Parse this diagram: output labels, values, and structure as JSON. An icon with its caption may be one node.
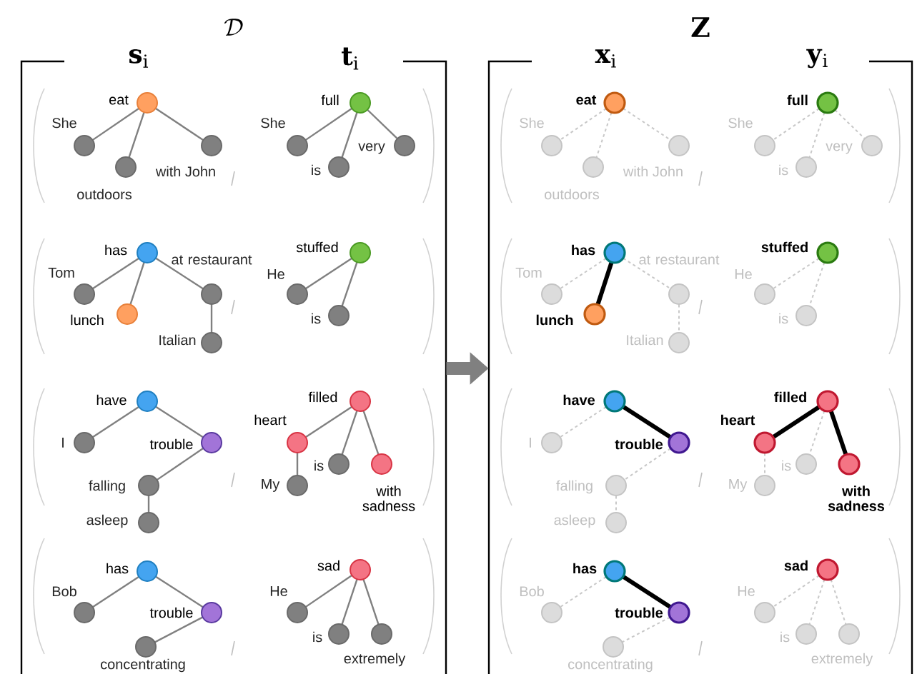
{
  "diagram": {
    "nodes": [
      {
        "text": [
          "\\mathcal{D}",
          "**s**$_{i}$",
          "**t**$_{i}$"
        ]
      },
      {
        "text": [],
        "shape": "circle",
        "beside": [
          "eat"
        ],
        "in": 0
      },
      {
        "text": [],
        "shape": "circle",
        "beside": [
          "She"
        ],
        "in": 0
      },
      {
        "text": [],
        "shape": "circle",
        "beside": [
          "outdoors"
        ],
        "in": 0
      },
      {
        "text": [],
        "shape": "circle",
        "beside": [
          "with John"
        ],
        "in": 0
      },
      {
        "text": [],
        "shape": "circle",
        "beside": [
          "full"
        ],
        "in": 0
      },
      {
        "text": [],
        "shape": "circle",
        "beside": [
          "She"
        ],
        "in": 0
      },
      {
        "text": [],
        "shape": "circle",
        "beside": [
          "is"
        ],
        "in": 0
      },
      {
        "text": [],
        "shape": "circle",
        "beside": [
          "very"
        ],
        "in": 0
      },
      {
        "text": [],
        "shape": "circle",
        "beside": [
          "has"
        ],
        "in": 0
      },
      {
        "text": [],
        "shape": "circle",
        "beside": [
          "Tom"
        ],
        "in": 0
      },
      {
        "text": [],
        "shape": "circle",
        "beside": [
          "lunch"
        ],
        "in": 0
      },
      {
        "text": [],
        "shape": "circle",
        "beside": [
          "at restaurant"
        ],
        "in": 0
      },
      {
        "text": [],
        "shape": "circle",
        "beside": [
          "Italian"
        ],
        "in": 0
      },
      {
        "text": [],
        "shape": "circle",
        "beside": [
          "stuffed"
        ],
        "in": 0
      },
      {
        "text": [],
        "shape": "circle",
        "beside": [
          "He"
        ],
        "in": 0
      },
      {
        "text": [],
        "shape": "circle",
        "beside": [
          "is"
        ],
        "in": 0
      },
      {
        "text": [],
        "shape": "circle",
        "beside": [
          "have"
        ],
        "in": 0
      },
      {
        "text": [],
        "shape": "circle",
        "beside": [
          "I"
        ],
        "in": 0
      },
      {
        "text": [],
        "shape": "circle",
        "beside": [
          "trouble"
        ],
        "in": 0
      },
      {
        "text": [],
        "shape": "circle",
        "beside": [
          "falling"
        ],
        "in": 0
      },
      {
        "text": [],
        "shape": "circle",
        "beside": [
          "asleep"
        ],
        "in": 0
      },
      {
        "text": [],
        "shape": "circle",
        "beside": [
          "filled"
        ],
        "in": 0
      },
      {
        "text": [],
        "shape": "circle",
        "beside": [
          "heart"
        ],
        "in": 0
      },
      {
        "text": [],
        "shape": "circle",
        "beside": [
          "is"
        ],
        "in": 0
      },
      {
        "text": [],
        "shape": "circle",
        "beside": [
          "with sadness"
        ],
        "in": 0
      },
      {
        "text": [],
        "shape": "circle",
        "beside": [
          "My"
        ],
        "in": 0
      },
      {
        "text": [],
        "shape": "circle",
        "beside": [
          "has"
        ],
        "in": 0
      },
      {
        "text": [],
        "shape": "circle",
        "beside": [
          "Bob"
        ],
        "in": 0
      },
      {
        "text": [],
        "shape": "circle",
        "beside": [
          "trouble"
        ],
        "in": 0
      },
      {
        "text": [],
        "shape": "circle",
        "beside": [
          "concentrating"
        ],
        "in": 0
      },
      {
        "text": [],
        "shape": "circle",
        "beside": [
          "sad"
        ],
        "in": 0
      },
      {
        "text": [],
        "shape": "circle",
        "beside": [
          "He"
        ],
        "in": 0
      },
      {
        "text": [],
        "shape": "circle",
        "beside": [
          "is"
        ],
        "in": 0
      },
      {
        "text": [],
        "shape": "circle",
        "beside": [
          "extremely"
        ],
        "in": 0
      },
      {
        "text": [
          "Z",
          "**x**$_{i}$",
          "**y**$_{i}$"
        ]
      },
      {
        "text": [],
        "shape": "circle",
        "beside": [
          "eat"
        ],
        "in": 35
      },
      {
        "text": [],
        "shape": "circle",
        "beside": [
          "She"
        ],
        "in": 35
      },
      {
        "text": [],
        "shape": "circle",
        "beside": [
          "outdoors"
        ],
        "in": 35
      },
      {
        "text": [],
        "shape": "circle",
        "beside": [
          "with John"
        ],
        "in": 35
      },
      {
        "text": [],
        "shape": "circle",
        "beside": [
          "full"
        ],
        "in": 35
      },
      {
        "text": [],
        "shape": "circle",
        "beside": [
          "She"
        ],
        "in": 35
      },
      {
        "text": [],
        "shape": "circle",
        "beside": [
          "is"
        ],
        "in": 35
      },
      {
        "text": [],
        "shape": "circle",
        "beside": [
          "very"
        ],
        "in": 35
      },
      {
        "text": [],
        "shape": "circle",
        "beside": [
          "has"
        ],
        "in": 35
      },
      {
        "text": [],
        "shape": "circle",
        "beside": [
          "Tom"
        ],
        "in": 35
      },
      {
        "text": [],
        "shape": "circle",
        "beside": [
          "lunch"
        ],
        "in": 35
      },
      {
        "text": [],
        "shape": "circle",
        "beside": [
          "at restaurant"
        ],
        "in": 35
      },
      {
        "text": [],
        "shape": "circle",
        "beside": [
          "Italian"
        ],
        "in": 35
      },
      {
        "text": [],
        "shape": "circle",
        "beside": [
          "stuffed"
        ],
        "in": 35
      },
      {
        "text": [],
        "shape": "circle",
        "beside": [
          "He"
        ],
        "in": 35
      },
      {
        "text": [],
        "shape": "circle",
        "beside": [
          "is"
        ],
        "in": 35
      },
      {
        "text": [],
        "shape": "circle",
        "beside": [
          "have"
        ],
        "in": 35
      },
      {
        "text": [],
        "shape": "circle",
        "beside": [
          "I"
        ],
        "in": 35
      },
      {
        "text": [],
        "shape": "circle",
        "beside": [
          "trouble"
        ],
        "in": 35
      },
      {
        "text": [],
        "shape": "circle",
        "beside": [
          "falling"
        ],
        "in": 35
      },
      {
        "text": [],
        "shape": "circle",
        "beside": [
          "asleep"
        ],
        "in": 35
      },
      {
        "text": [],
        "shape": "circle",
        "beside": [
          "filled"
        ],
        "in": 35
      },
      {
        "text": [],
        "shape": "circle",
        "beside": [
          "heart"
        ],
        "in": 35
      },
      {
        "text": [],
        "shape": "circle",
        "beside": [
          "is"
        ],
        "in": 35
      },
      {
        "text": [],
        "shape": "circle",
        "beside": [
          "with sadness"
        ],
        "in": 35
      },
      {
        "text": [],
        "shape": "circle",
        "beside": [
          "My"
        ],
        "in": 35
      },
      {
        "text": [],
        "shape": "circle",
        "beside": [
          "has"
        ],
        "in": 35
      },
      {
        "text": [],
        "shape": "circle",
        "beside": [
          "Bob"
        ],
        "in": 35
      },
      {
        "text": [],
        "shape": "circle",
        "beside": [
          "trouble"
        ],
        "in": 35
      },
      {
        "text": [],
        "shape": "circle",
        "beside": [
          "concentrating"
        ],
        "in": 35
      },
      {
        "text": [],
        "shape": "circle",
        "beside": [
          "sad"
        ],
        "in": 35
      },
      {
        "text": [],
        "shape": "circle",
        "beside": [
          "He"
        ],
        "in": 35
      },
      {
        "text": [],
        "shape": "circle",
        "beside": [
          "is"
        ],
        "in": 35
      },
      {
        "text": [],
        "shape": "circle",
        "beside": [
          "extremely"
        ],
        "in": 35
      }
    ],
    "edges": [
      {
        "from": 1,
        "to": 2,
        "arrow": "none"
      },
      {
        "from": 1,
        "to": 3,
        "arrow": "none"
      },
      {
        "from": 1,
        "to": 4,
        "arrow": "none"
      },
      {
        "from": 5,
        "to": 6,
        "arrow": "none"
      },
      {
        "from": 5,
        "to": 7,
        "arrow": "none"
      },
      {
        "from": 5,
        "to": 8,
        "arrow": "none"
      },
      {
        "from": 9,
        "to": 10,
        "arrow": "none"
      },
      {
        "from": 9,
        "to": 11,
        "arrow": "none"
      },
      {
        "from": 9,
        "to": 12,
        "arrow": "none"
      },
      {
        "from": 12,
        "to": 13,
        "arrow": "none"
      },
      {
        "from": 14,
        "to": 15,
        "arrow": "none"
      },
      {
        "from": 14,
        "to": 16,
        "arrow": "none"
      },
      {
        "from": 17,
        "to": 18,
        "arrow": "none"
      },
      {
        "from": 17,
        "to": 19,
        "arrow": "none"
      },
      {
        "from": 19,
        "to": 20,
        "arrow": "none"
      },
      {
        "from": 20,
        "to": 21,
        "arrow": "none"
      },
      {
        "from": 22,
        "to": 23,
        "arrow": "none"
      },
      {
        "from": 22,
        "to": 24,
        "arrow": "none"
      },
      {
        "from": 22,
        "to": 25,
        "arrow": "none"
      },
      {
        "from": 23,
        "to": 26,
        "arrow": "none"
      },
      {
        "from": 27,
        "to": 28,
        "arrow": "none"
      },
      {
        "from": 27,
        "to": 29,
        "arrow": "none"
      },
      {
        "from": 29,
        "to": 30,
        "arrow": "none"
      },
      {
        "from": 31,
        "to": 32,
        "arrow": "none"
      },
      {
        "from": 31,
        "to": 33,
        "arrow": "none"
      },
      {
        "from": 31,
        "to": 34,
        "arrow": "none"
      },
      {
        "from": 0,
        "to": 35,
        "arrow": "to",
        "style": "thick"
      },
      {
        "from": 36,
        "to": 37,
        "arrow": "none",
        "style": "dashed",
        "color": "#c8c8c8"
      },
      {
        "from": 36,
        "to": 38,
        "arrow": "none",
        "style": "dashed",
        "color": "#c8c8c8"
      },
      {
        "from": 36,
        "to": 39,
        "arrow": "none",
        "style": "dashed",
        "color": "#c8c8c8"
      },
      {
        "from": 40,
        "to": 41,
        "arrow": "none",
        "style": "dashed",
        "color": "#c8c8c8"
      },
      {
        "from": 40,
        "to": 42,
        "arrow": "none",
        "style": "dashed",
        "color": "#c8c8c8"
      },
      {
        "from": 40,
        "to": 43,
        "arrow": "none",
        "style": "dashed",
        "color": "#c8c8c8"
      },
      {
        "from": 44,
        "to": 45,
        "arrow": "none",
        "style": "dashed",
        "color": "#c8c8c8"
      },
      {
        "from": 44,
        "to": 46,
        "arrow": "none",
        "style": "thick",
        "color": "#000000"
      },
      {
        "from": 44,
        "to": 47,
        "arrow": "none",
        "style": "dashed",
        "color": "#c8c8c8"
      },
      {
        "from": 47,
        "to": 48,
        "arrow": "none",
        "style": "dashed",
        "color": "#c8c8c8"
      },
      {
        "from": 49,
        "to": 50,
        "arrow": "none",
        "style": "dashed",
        "color": "#c8c8c8"
      },
      {
        "from": 49,
        "to": 51,
        "arrow": "none",
        "style": "dashed",
        "color": "#c8c8c8"
      },
      {
        "from": 52,
        "to": 53,
        "arrow": "none",
        "style": "dashed",
        "color": "#c8c8c8"
      },
      {
        "from": 52,
        "to": 54,
        "arrow": "none",
        "style": "thick",
        "color": "#000000"
      },
      {
        "from": 54,
        "to": 55,
        "arrow": "none",
        "style": "dashed",
        "color": "#c8c8c8"
      },
      {
        "from": 55,
        "to": 56,
        "arrow": "none",
        "style": "dashed",
        "color": "#c8c8c8"
      },
      {
        "from": 57,
        "to": 58,
        "arrow": "none",
        "style": "thick",
        "color": "#000000"
      },
      {
        "from": 57,
        "to": 59,
        "arrow": "none",
        "style": "dashed",
        "color": "#c8c8c8"
      },
      {
        "from": 57,
        "to": 60,
        "arrow": "none",
        "style": "thick",
        "color": "#000000"
      },
      {
        "from": 58,
        "to": 61,
        "arrow": "none",
        "style": "dashed",
        "color": "#c8c8c8"
      },
      {
        "from": 62,
        "to": 63,
        "arrow": "none",
        "style": "dashed",
        "color": "#c8c8c8"
      },
      {
        "from": 62,
        "to": 64,
        "arrow": "none",
        "style": "thick",
        "color": "#000000"
      },
      {
        "from": 64,
        "to": 65,
        "arrow": "none",
        "style": "dashed",
        "color": "#c8c8c8"
      },
      {
        "from": 66,
        "to": 67,
        "arrow": "none",
        "style": "dashed",
        "color": "#c8c8c8"
      },
      {
        "from": 66,
        "to": 68,
        "arrow": "none",
        "style": "dashed",
        "color": "#c8c8c8"
      },
      {
        "from": 66,
        "to": 69,
        "arrow": "none",
        "style": "dashed",
        "color": "#c8c8c8"
      }
    ]
  }
}
